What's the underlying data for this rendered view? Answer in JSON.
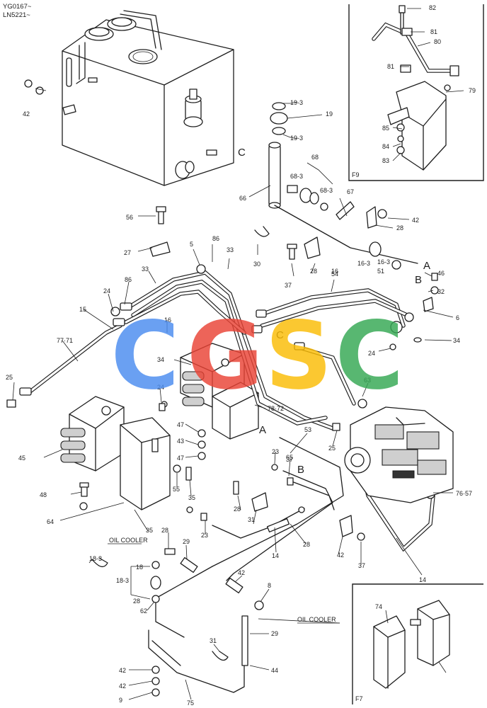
{
  "header": {
    "codes": [
      "YG0167~",
      "LN5221~"
    ]
  },
  "notes": {
    "oil_cooler_1": "OIL COOLER",
    "oil_cooler_2": "OIL COOLER"
  },
  "insets": {
    "f9": "F9",
    "f7": "F7"
  },
  "section_letters": [
    "A",
    "B",
    "C",
    "A",
    "B",
    "C"
  ],
  "watermark": {
    "letters": [
      "C",
      "G",
      "S",
      "C"
    ],
    "colors": [
      "#4a8cf0",
      "#ea4335",
      "#fbbc05",
      "#34a853"
    ]
  },
  "callouts": [
    "82",
    "81",
    "80",
    "81",
    "79",
    "85",
    "84",
    "83",
    "19-3",
    "19",
    "19-3",
    "68",
    "68-3",
    "68-3",
    "67",
    "42",
    "28",
    "66",
    "42",
    "56",
    "86",
    "33",
    "27",
    "5",
    "30",
    "28",
    "37",
    "16",
    "16-3",
    "16-3",
    "51",
    "54",
    "46",
    "32",
    "6",
    "33",
    "86",
    "24",
    "15",
    "16",
    "77·71",
    "34",
    "34",
    "24",
    "25",
    "63",
    "24",
    "78·72",
    "45",
    "47",
    "43",
    "47",
    "55",
    "35",
    "23",
    "65",
    "53",
    "25",
    "76·57",
    "48",
    "64",
    "35",
    "23",
    "37",
    "28",
    "31",
    "14",
    "28",
    "42",
    "37",
    "28",
    "29",
    "18-3",
    "18",
    "18-3",
    "28",
    "42",
    "8",
    "62",
    "14",
    "29",
    "31",
    "44",
    "42",
    "42",
    "9",
    "75",
    "74"
  ]
}
